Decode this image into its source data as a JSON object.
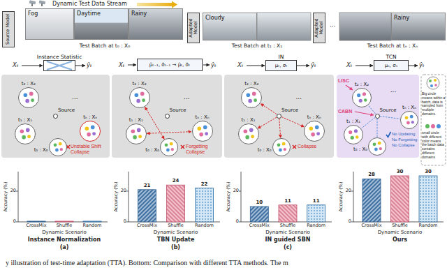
{
  "diagram": {
    "caption": "y illustration of test-time adaptation (TTA). Bottom: Comparison with different TTA methods. The m",
    "nodes": [
      {
        "text": [
          "Source Model"
        ]
      },
      {
        "text": [
          "Fog"
        ]
      },
      {
        "text": [
          "Daytime"
        ]
      },
      {
        "text": [
          "Rainy"
        ]
      },
      {
        "text": [
          "Adapted Model"
        ]
      },
      {
        "text": [
          "Cloudy"
        ]
      },
      {
        "text": [
          "Adapted Model"
        ]
      },
      {
        "text": [
          "Rainy"
        ]
      },
      {
        "text": [
          "Instance Statistic"
        ]
      },
      {
        "text": [
          "μ̂ₜ₋₁, σ̂ₜ₋₁ → μ̂ₜ, σ̂ₜ"
        ]
      },
      {
        "text": [
          "IN",
          "μₜ, σₜ"
        ]
      },
      {
        "text": [
          "TCN",
          "μₛ, σₛ"
        ]
      },
      {
        "text": [
          "t₂ : X₂"
        ]
      },
      {
        "text": [
          "t₁ : X₁"
        ]
      },
      {
        "text": [
          "Source"
        ]
      },
      {
        "text": [
          "t₀ : X₀"
        ]
      },
      {
        "text": [
          "tₙ : Xₙ"
        ]
      },
      {
        "text": [
          "t₂ : X₂"
        ]
      },
      {
        "text": [
          "t₁ : X₁"
        ]
      },
      {
        "text": [
          "Source"
        ]
      },
      {
        "text": [
          "t₀ : X₀"
        ]
      },
      {
        "text": [
          "tₙ : Xₙ"
        ]
      },
      {
        "text": [
          "t₂ : X₂"
        ]
      },
      {
        "text": [
          "t₁ : X₁"
        ]
      },
      {
        "text": [
          "Source"
        ]
      },
      {
        "text": [
          "t₀ : X₀"
        ]
      },
      {
        "text": [
          "tₙ : Xₙ"
        ]
      },
      {
        "text": [
          "t₂ : X₂"
        ]
      },
      {
        "text": [
          "t₁ : X₁"
        ]
      },
      {
        "text": [
          "Source"
        ]
      },
      {
        "text": [
          "t₀ : X₀"
        ]
      },
      {
        "text": [
          "tₙ : Xₙ"
        ]
      }
    ],
    "edges": [
      {
        "from": 17,
        "to": 20,
        "arrow": "both"
      },
      {
        "from": 18,
        "to": 21,
        "arrow": "both"
      },
      {
        "from": 24,
        "to": 22,
        "arrow": "to"
      },
      {
        "from": 24,
        "to": 23,
        "arrow": "to"
      },
      {
        "from": 24,
        "to": 25,
        "arrow": "to"
      },
      {
        "from": 24,
        "to": 26,
        "arrow": "to"
      },
      {
        "from": 29,
        "to": 27,
        "arrow": "none"
      },
      {
        "from": 29,
        "to": 28,
        "arrow": "none"
      },
      {
        "from": 29,
        "to": 30,
        "arrow": "none"
      },
      {
        "from": 29,
        "to": 31,
        "arrow": "none"
      }
    ],
    "labels": [
      "Dynamic Test Data Stream",
      "Test Batch at t₀ : X₀",
      "Test Batch at t₁ : X₁",
      "...",
      "Test Batch at tₙ : Xₙ",
      "Xₜ",
      "ŷₜ",
      "Xₜ",
      "ŷₜ",
      "Xₜ",
      "ŷₜ",
      "Xₜ",
      "ŷₜ",
      "...",
      "Unstable Shift Collapse",
      "...",
      "Forgetting Collapse",
      "...",
      "Collapse",
      "...",
      "LISC",
      "CABN",
      "No Updating",
      "No Forgetting",
      "No Collapse",
      "Accuracy (%)",
      "0",
      "20",
      "CrossMix",
      "Shuffle",
      "Random",
      "Dynamic Scenario",
      "Instance Normalization",
      "(a)",
      "Accuracy (%)",
      "0",
      "20",
      "21",
      "24",
      "22",
      "CrossMix",
      "Shuffle",
      "Random",
      "Dynamic Scenario",
      "TBN Update",
      "(b)",
      "Accuracy (%)",
      "0",
      "20",
      "10",
      "11",
      "11",
      "CrossMix",
      "Shuffle",
      "Random",
      "Dynamic Scenario",
      "IN guided SBN",
      "(c)",
      "Accuracy (%)",
      "0",
      "20",
      "28",
      "30",
      "30",
      "CrossMix",
      "Shuffle",
      "Random",
      "Dynamic Scenario",
      "Ours"
    ],
    "legend": [
      {
        "text": "Big circle means within a batch, data is sampled from multiple domains."
      },
      {
        "text": "small circle with different color means the batch data contains different domains"
      }
    ]
  }
}
